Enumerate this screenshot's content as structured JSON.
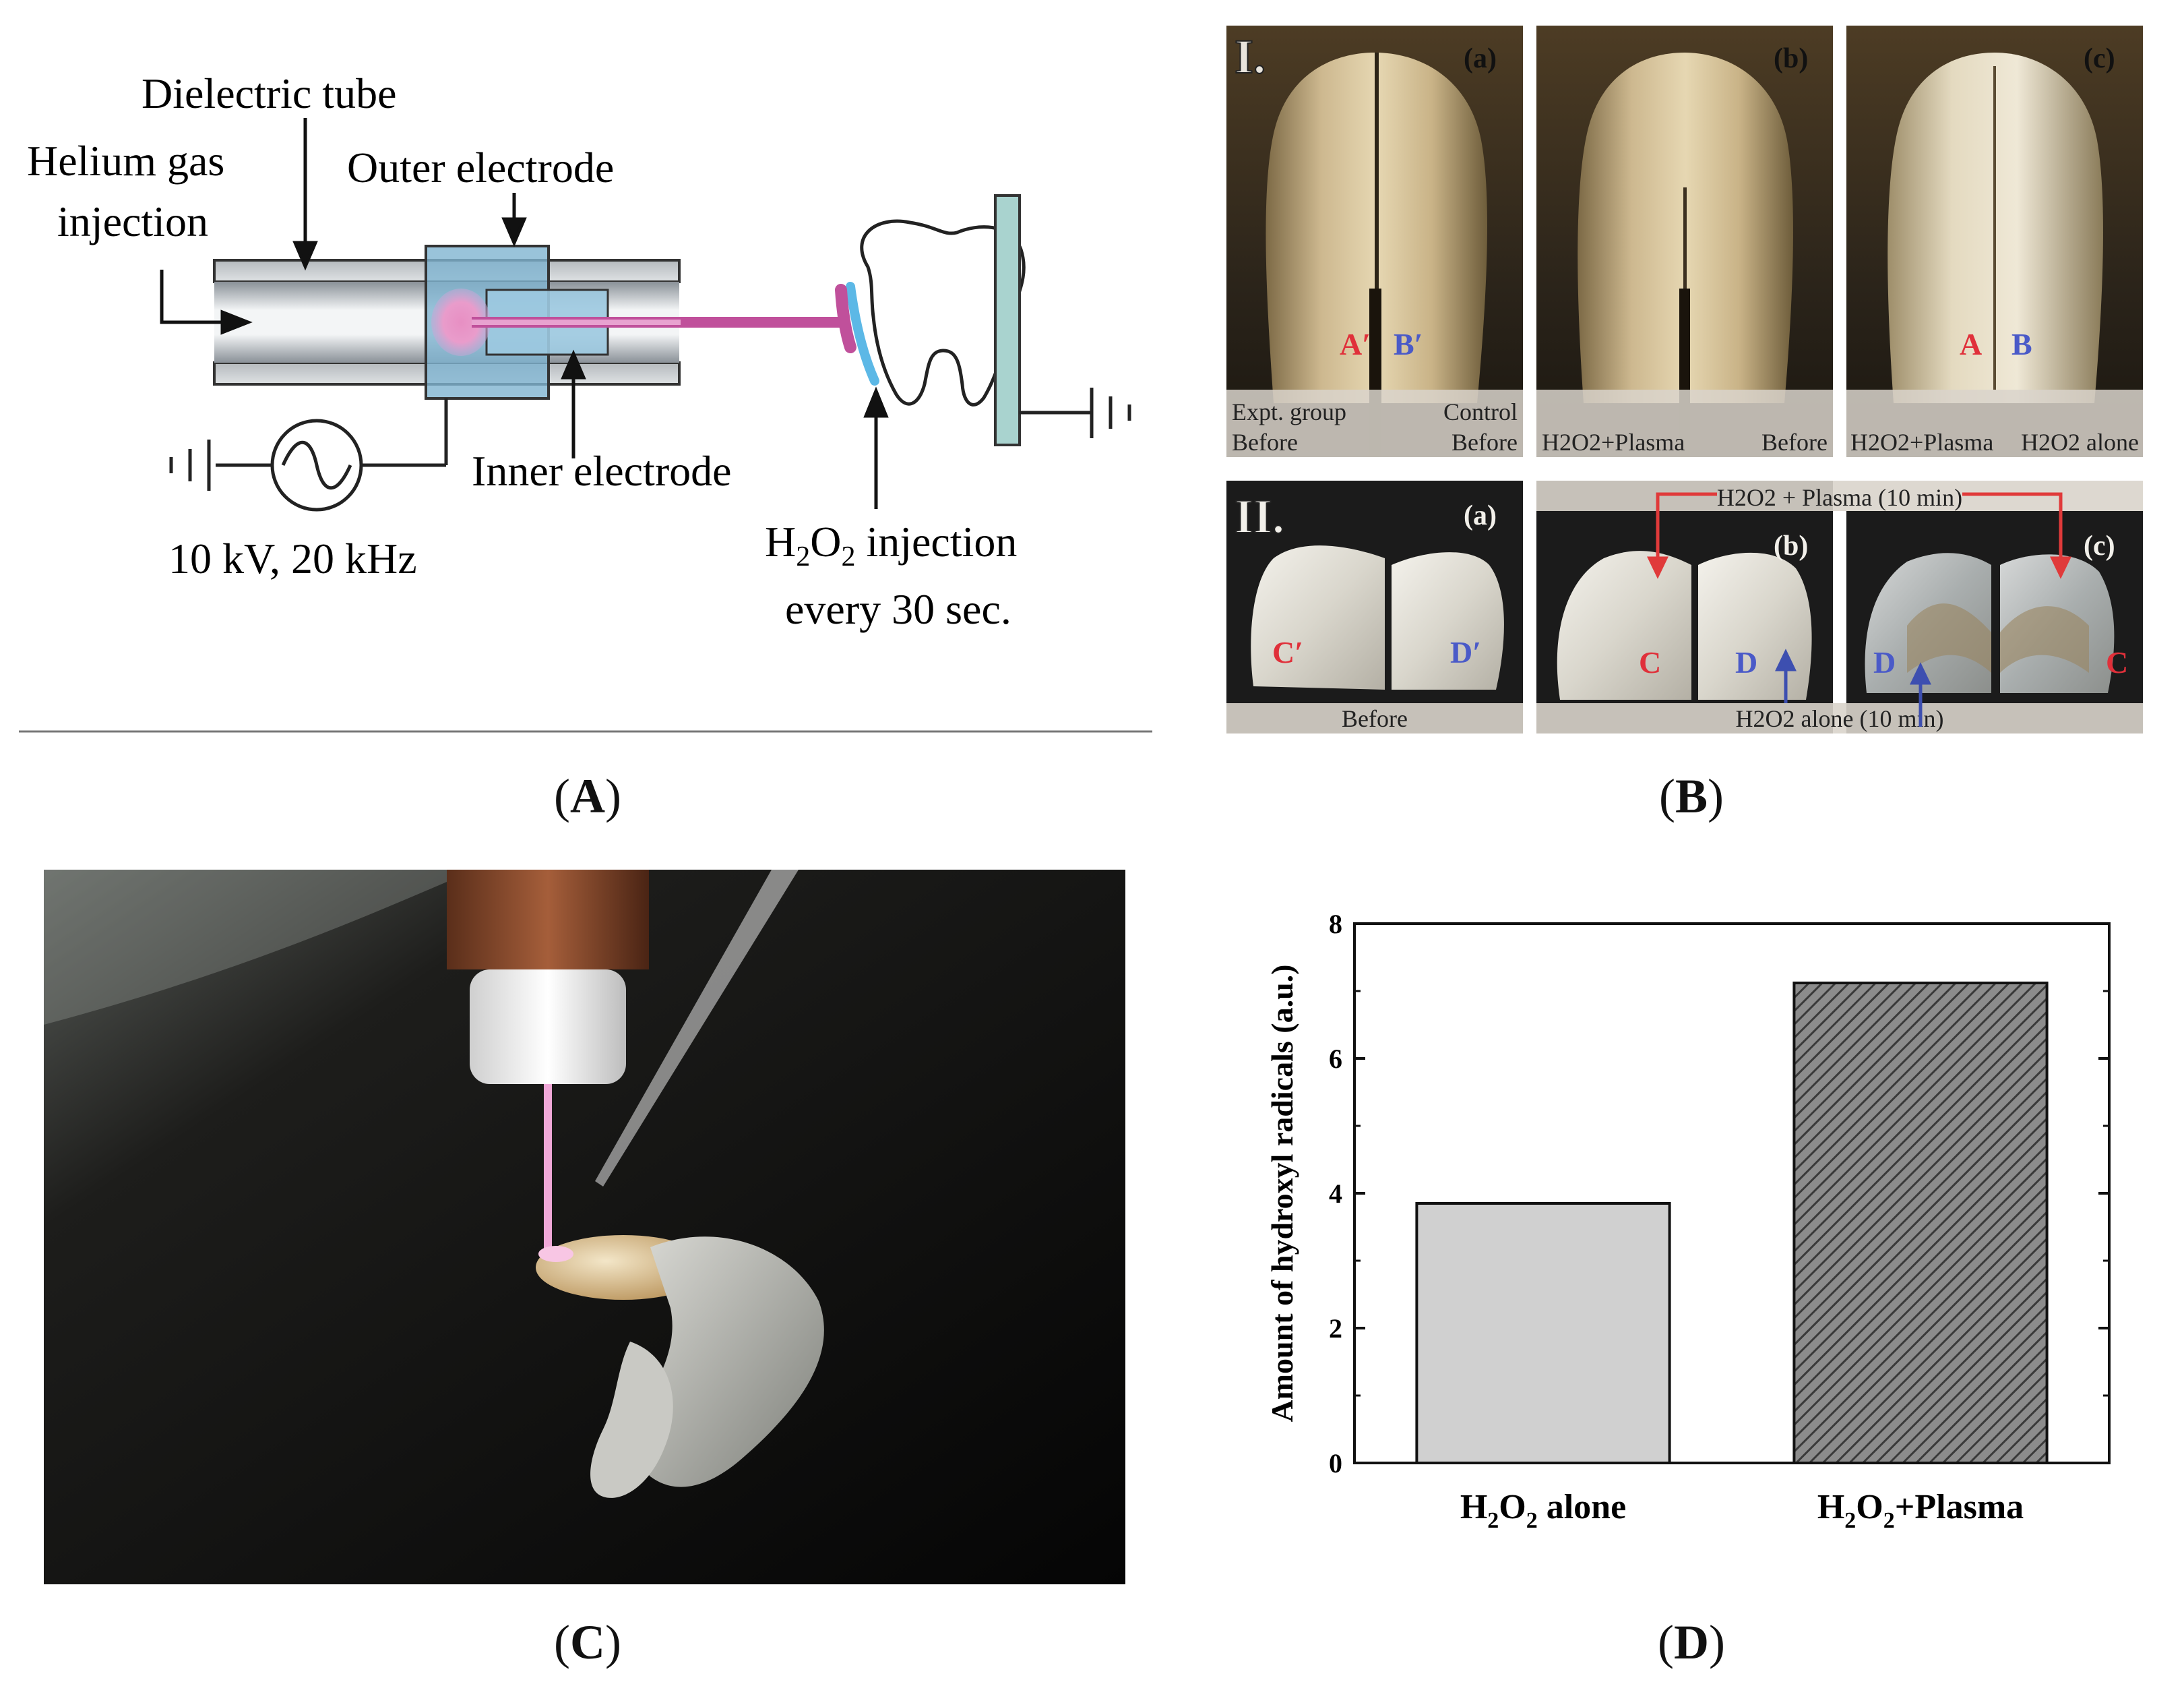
{
  "panels": {
    "A": {
      "caption_paren_open": "(",
      "caption_letter": "A",
      "caption_paren_close": ")",
      "labels": {
        "dielectric_tube": "Dielectric tube",
        "helium_line1": "Helium gas",
        "helium_line2": "injection",
        "outer_electrode": "Outer electrode",
        "inner_electrode": "Inner electrode",
        "power": "10 kV, 20 kHz",
        "h2o2_line1_a": "H",
        "h2o2_line1_sub1": "2",
        "h2o2_line1_b": "O",
        "h2o2_line1_sub2": "2",
        "h2o2_line1_c": " injection",
        "h2o2_line2": "every 30 sec."
      },
      "colors": {
        "plasma": "#c0509b",
        "electrode": "#6fa9c9",
        "tube": "#cfd3d6",
        "ground_plate": "#a9d3cf"
      }
    },
    "B": {
      "caption_paren_open": "(",
      "caption_letter": "B",
      "caption_paren_close": ")",
      "row1": {
        "roman": "I.",
        "sub_a": "(a)",
        "sub_b": "(b)",
        "sub_c": "(c)",
        "a_left_mark": "A′",
        "a_right_mark": "B′",
        "a_bottom_left_1": "Expt. group",
        "a_bottom_left_2": "Before",
        "a_bottom_right_1": "Control",
        "a_bottom_right_2": "Before",
        "b_bottom_left": "H2O2+Plasma",
        "b_bottom_right": "Before",
        "c_left_mark": "A",
        "c_right_mark": "B",
        "c_bottom_left": "H2O2+Plasma",
        "c_bottom_right": "H2O2 alone"
      },
      "row2": {
        "roman": "II.",
        "sub_a": "(a)",
        "sub_b": "(b)",
        "sub_c": "(c)",
        "a_left_mark": "C′",
        "a_right_mark": "D′",
        "a_bottom": "Before",
        "top_banner": "H2O2 + Plasma (10 min)",
        "bottom_banner": "H2O2 alone (10 min)",
        "b_left_mark": "C",
        "b_right_mark": "D",
        "c_left_mark": "D",
        "c_right_mark": "C"
      },
      "colors": {
        "red_mark": "#e0303a",
        "blue_mark": "#4a5ac8",
        "arrow_red": "#e03a3a",
        "arrow_blue": "#3d4fb0"
      }
    },
    "C": {
      "caption_paren_open": "(",
      "caption_letter": "C",
      "caption_paren_close": ")"
    },
    "D": {
      "caption_paren_open": "(",
      "caption_letter": "D",
      "caption_paren_close": ")"
    }
  },
  "chart_data": {
    "type": "bar",
    "categories": [
      "H2O2 alone",
      "H2O2+Plasma"
    ],
    "category_labels": [
      {
        "a": "H",
        "s1": "2",
        "b": "O",
        "s2": "2",
        "c": " alone"
      },
      {
        "a": "H",
        "s1": "2",
        "b": "O",
        "s2": "2",
        "c": "+Plasma"
      }
    ],
    "values": [
      3.85,
      7.12
    ],
    "ylabel": "Amount of hydroxyl radicals (a.u.)",
    "ylim": [
      0,
      8
    ],
    "yticks": [
      0,
      2,
      4,
      6,
      8
    ],
    "ytick_labels": [
      "0",
      "2",
      "4",
      "6",
      "8"
    ],
    "grid": false,
    "bar_fills": [
      "light-gray",
      "hatched-dark-gray"
    ]
  }
}
